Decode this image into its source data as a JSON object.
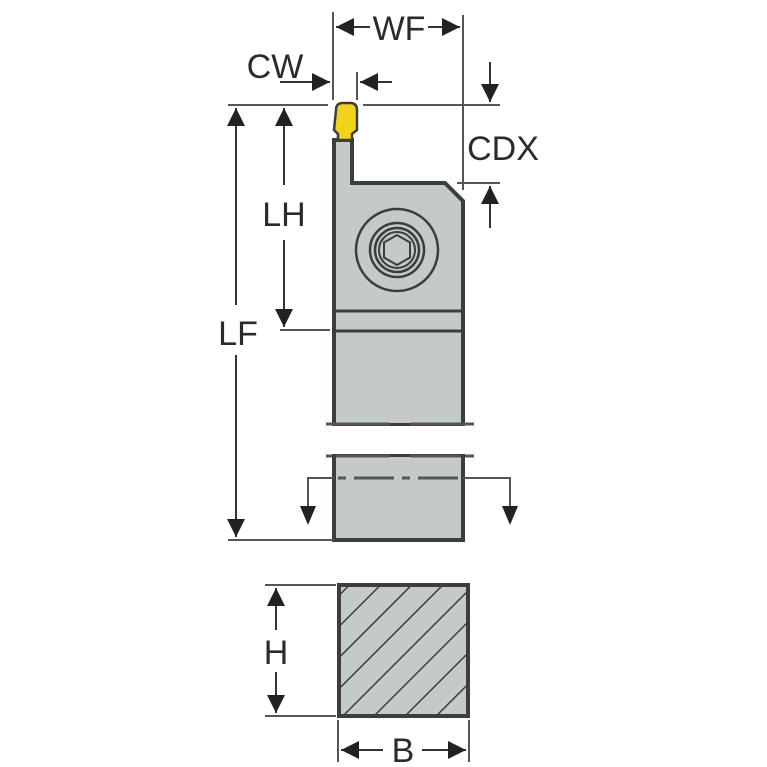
{
  "diagram": {
    "type": "grooving tool holder dimension drawing",
    "colors": {
      "body": "#c4cbc7",
      "outline": "#3a3f3c",
      "insert": "#f2d21a",
      "dimension": "#555555",
      "text": "#2b2b2b",
      "background": "#ffffff"
    },
    "labels": {
      "wf": "WF",
      "cw": "CW",
      "cdx": "CDX",
      "lh": "LH",
      "lf": "LF",
      "h": "H",
      "b": "B"
    },
    "views": [
      {
        "name": "side-view",
        "description": "tool holder with cutting insert and clamp screw"
      },
      {
        "name": "cross-section",
        "description": "square shank section, hatched"
      }
    ]
  }
}
